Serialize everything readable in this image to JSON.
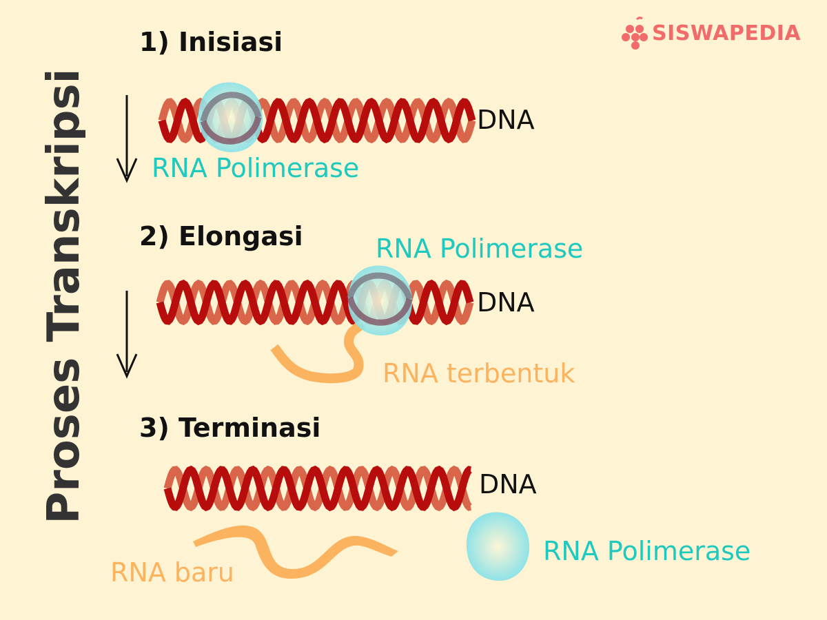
{
  "title": "Proses Transkripsi",
  "logo": {
    "text": "SISWAPEDIA",
    "color": "#f26b6b",
    "icon": "berry-logo-icon"
  },
  "colors": {
    "dna_strand_dark": "#b80d0d",
    "dna_strand_light": "#d9664a",
    "polymerase_label": "#1ec9bf",
    "rna": "#fcb35f",
    "text": "#111111"
  },
  "steps": [
    {
      "title": "1) Inisiasi",
      "dna_label": "DNA",
      "polymerase_label": "RNA Polimerase"
    },
    {
      "title": "2) Elongasi",
      "dna_label": "DNA",
      "polymerase_label": "RNA Polimerase",
      "rna_label": "RNA terbentuk"
    },
    {
      "title": "3) Terminasi",
      "dna_label": "DNA",
      "polymerase_label": "RNA Polimerase",
      "rna_label": "RNA baru"
    }
  ]
}
